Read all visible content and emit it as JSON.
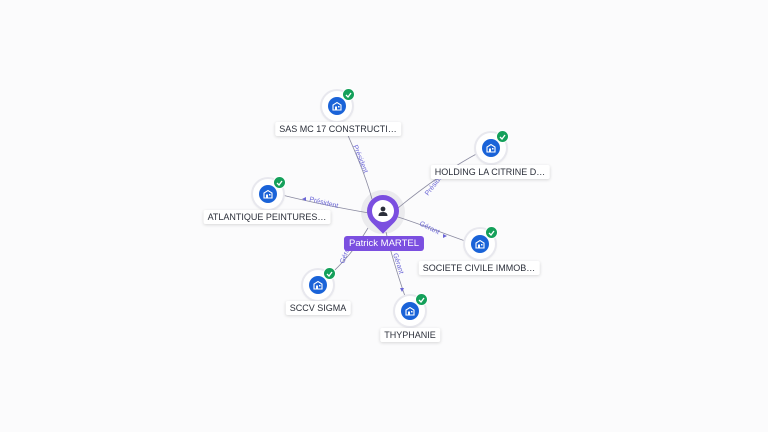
{
  "person": {
    "name": "Patrick MARTEL",
    "icon": "person-icon"
  },
  "companies": [
    {
      "id": "sas-mc17",
      "label": "SAS MC 17 CONSTRUCTI…",
      "relation": "Président",
      "verified": true,
      "icon": "building-icon"
    },
    {
      "id": "holding-citrine",
      "label": "HOLDING LA CITRINE D…",
      "relation": "Préside",
      "verified": true,
      "icon": "building-icon"
    },
    {
      "id": "atlantique",
      "label": "ATLANTIQUE PEINTURES…",
      "relation": "Président",
      "verified": true,
      "icon": "building-icon"
    },
    {
      "id": "sci-immob",
      "label": "SOCIETE CIVILE IMMOB…",
      "relation": "Gérant",
      "verified": true,
      "icon": "building-icon"
    },
    {
      "id": "sccv-sigma",
      "label": "SCCV SIGMA",
      "relation": "Gérant",
      "verified": true,
      "icon": "building-icon"
    },
    {
      "id": "thyphanie",
      "label": "THYPHANIE",
      "relation": "Gérant",
      "verified": true,
      "icon": "building-icon"
    }
  ],
  "colors": {
    "person_accent": "#7b4fe0",
    "company_icon": "#1a63d8",
    "verified_badge": "#14a05a",
    "relation_label": "#6b66d6"
  }
}
